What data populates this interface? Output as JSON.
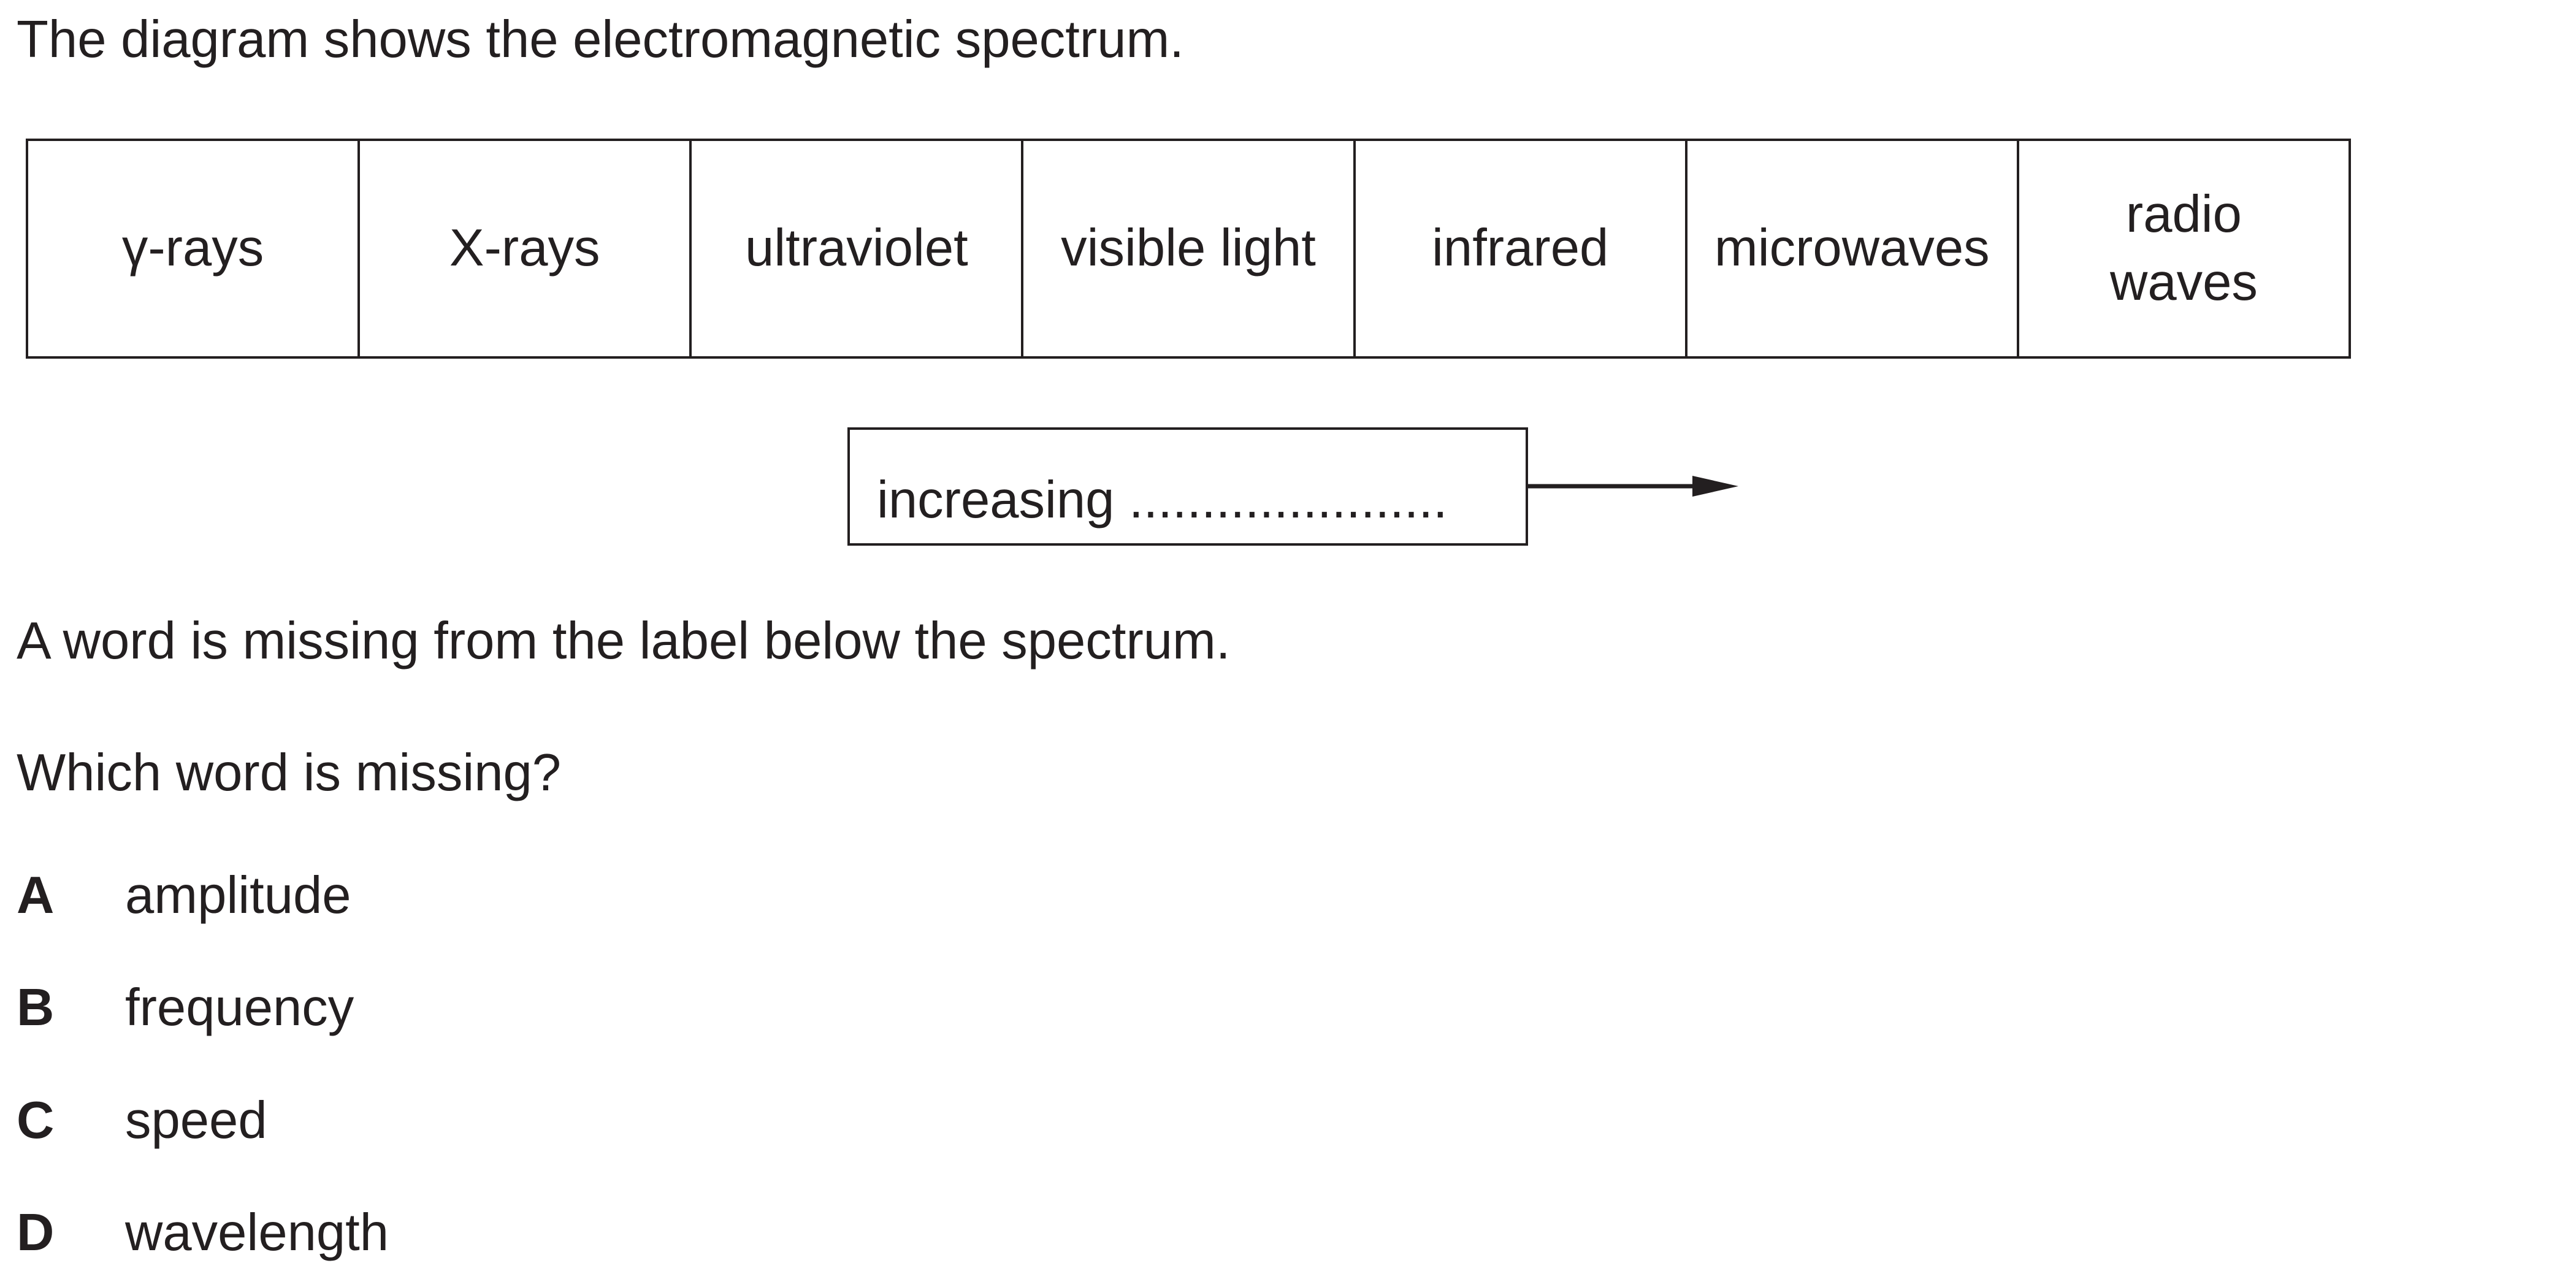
{
  "intro": "The diagram shows the electromagnetic spectrum.",
  "spectrum": {
    "bands": [
      "γ-rays",
      "X-rays",
      "ultraviolet",
      "visible light",
      "infrared",
      "microwaves",
      "radio\nwaves"
    ]
  },
  "label": {
    "text": "increasing ......................"
  },
  "missing_note": "A word is missing from the label below the spectrum.",
  "question": "Which word is missing?",
  "options": [
    {
      "letter": "A",
      "text": "amplitude"
    },
    {
      "letter": "B",
      "text": "frequency"
    },
    {
      "letter": "C",
      "text": "speed"
    },
    {
      "letter": "D",
      "text": "wavelength"
    }
  ]
}
